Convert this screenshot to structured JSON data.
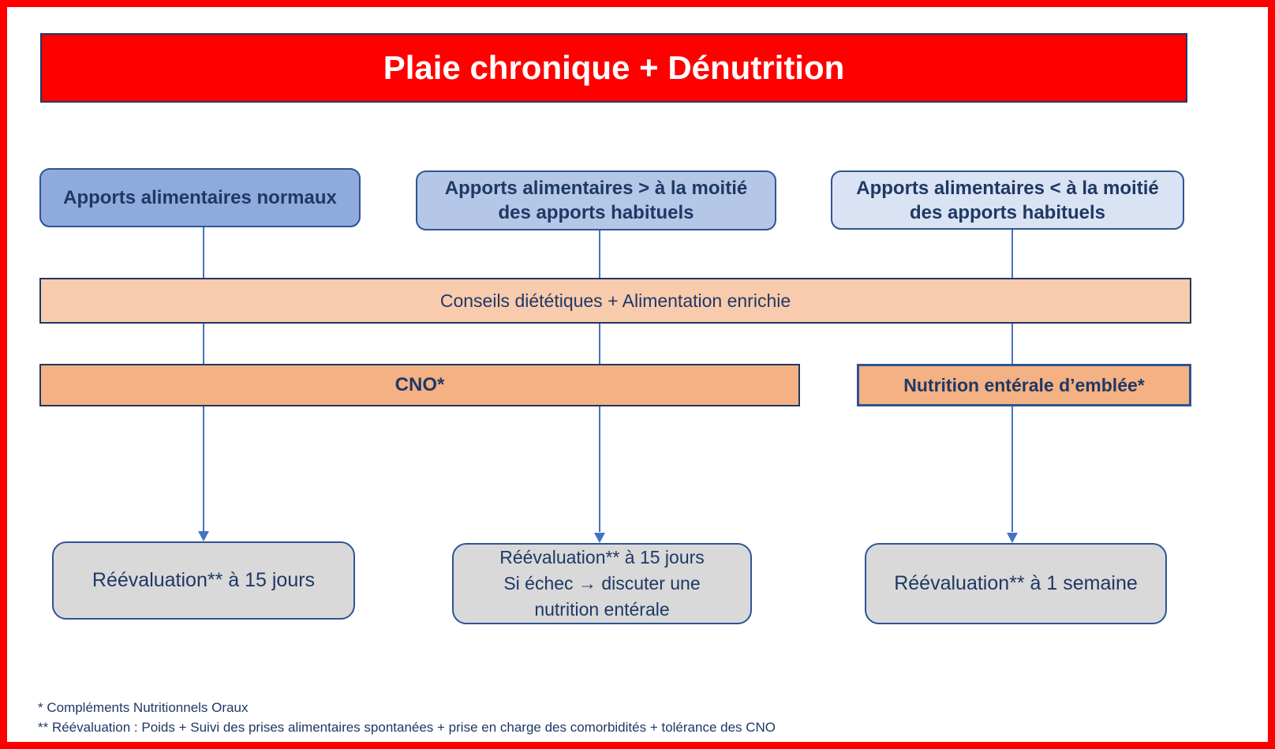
{
  "title": {
    "text": "Plaie chronique + Dénutrition",
    "bg_color": "#FF0000",
    "text_color": "#FFFFFF"
  },
  "top_boxes": [
    {
      "text": "Apports alimentaires normaux",
      "fill": "#8FAADC"
    },
    {
      "text": "Apports alimentaires > à la moitié des apports habituels",
      "fill": "#B4C7E7"
    },
    {
      "text": "Apports alimentaires < à la moitié des apports habituels",
      "fill": "#DAE3F3"
    }
  ],
  "bars": {
    "conseils": {
      "text": "Conseils diététiques + Alimentation enrichie",
      "fill": "#F8CBAD"
    },
    "cno": {
      "text": "CNO*",
      "fill": "#F4B183"
    },
    "enterale": {
      "text": "Nutrition entérale d’emblée*",
      "fill": "#F4B183"
    }
  },
  "outcomes": [
    {
      "lines": [
        "Réévaluation** à 15 jours"
      ]
    },
    {
      "lines": [
        "Réévaluation**  à 15 jours",
        "Si échec → discuter une",
        "nutrition entérale"
      ]
    },
    {
      "lines": [
        "Réévaluation** à 1 semaine"
      ]
    }
  ],
  "footnotes": [
    "* Compléments Nutritionnels Oraux",
    "** Réévaluation : Poids + Suivi des prises alimentaires spontanées + prise en charge des comorbidités + tolérance des CNO"
  ],
  "colors": {
    "frame": "#FF0000",
    "node_text": "#1F3864",
    "border_navy": "#2F5496",
    "arrow": "#4472C4",
    "gray_fill": "#D9D9D9"
  }
}
